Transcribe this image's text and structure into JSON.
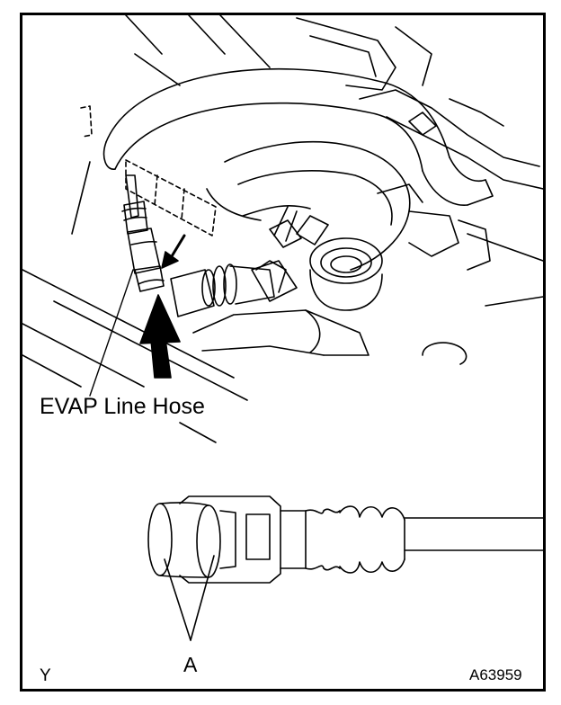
{
  "labels": {
    "evap_line_hose": "EVAP Line Hose",
    "part_a": "A",
    "view_code": "Y",
    "figure_code": "A63959"
  },
  "colors": {
    "ink": "#000000",
    "paper": "#ffffff"
  }
}
